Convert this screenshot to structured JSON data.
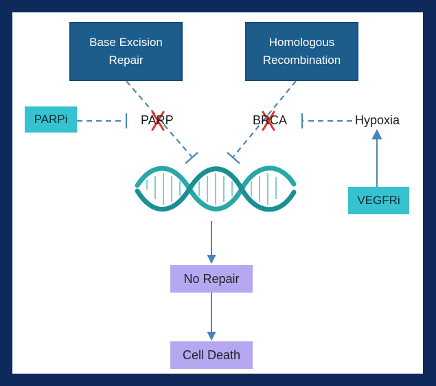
{
  "nodes": {
    "base_excision": "Base Excision Repair",
    "homologous": "Homologous Recombination",
    "parpi": "PARPi",
    "parp": "PARP",
    "brca": "BRCA",
    "hypoxia": "Hypoxia",
    "vegfri": "VEGFRi",
    "no_repair": "No Repair",
    "cell_death": "Cell Death"
  },
  "colors": {
    "background": "#0e2a5a",
    "navy_box": "#1c5d8c",
    "teal_box": "#36c3cf",
    "lavender_box": "#b6a8f0",
    "connector": "#4a86b8",
    "cross": "#e0332b",
    "dna": "#2aa7a8"
  },
  "icons": {
    "dna": "dna-helix-icon",
    "cross": "red-x-icon"
  }
}
